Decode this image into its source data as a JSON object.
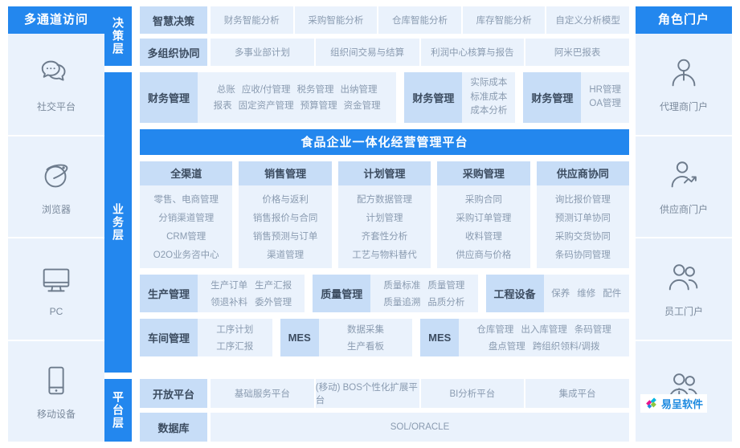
{
  "left_rail": {
    "title": "多通道访问",
    "items": [
      {
        "label": "社交平台",
        "icon": "chat-bubbles-icon"
      },
      {
        "label": "浏览器",
        "icon": "browser-globe-icon"
      },
      {
        "label": "PC",
        "icon": "desktop-monitor-icon"
      },
      {
        "label": "移动设备",
        "icon": "mobile-phone-icon"
      }
    ]
  },
  "right_rail": {
    "title": "角色门户",
    "items": [
      {
        "label": "代理商门户",
        "icon": "person-tie-icon"
      },
      {
        "label": "供应商门户",
        "icon": "person-trend-icon"
      },
      {
        "label": "员工门户",
        "icon": "two-people-icon"
      },
      {
        "label": "",
        "icon": "person-info-icon"
      }
    ],
    "brand": {
      "text": "易呈软件",
      "colors": [
        "#e8158c",
        "#1d8ae0",
        "#00b5e2",
        "#8cc63f"
      ]
    }
  },
  "decision_layer": {
    "layer_label": "决策层",
    "rows": [
      {
        "head": "智慧决策",
        "items": [
          "财务智能分析",
          "采购智能分析",
          "仓库智能分析",
          "库存智能分析",
          "自定义分析模型"
        ]
      },
      {
        "head": "多组织协同",
        "items": [
          "多事业部计划",
          "组织间交易与结算",
          "利润中心核算与报告",
          "阿米巴报表"
        ]
      }
    ]
  },
  "business_layer": {
    "layer_label": "业务层",
    "finance_row": [
      {
        "head": "财务管理",
        "lines": [
          [
            "总账",
            "应收/付管理",
            "税务管理",
            "出纳管理"
          ],
          [
            "报表",
            "固定资产管理",
            "预算管理",
            "资金管理"
          ]
        ],
        "stack": false
      },
      {
        "head": "财务管理",
        "stack_items": [
          "实际成本",
          "标准成本",
          "成本分析"
        ],
        "stack": true
      },
      {
        "head": "财务管理",
        "stack_items": [
          "HR管理",
          "OA管理"
        ],
        "stack": true
      }
    ],
    "banner": "食品企业一体化经营管理平台",
    "columns": [
      {
        "head": "全渠道",
        "items": [
          "零售、电商管理",
          "分销渠道管理",
          "CRM管理",
          "O2O业务咨中心"
        ]
      },
      {
        "head": "销售管理",
        "items": [
          "价格与返利",
          "销售报价与合同",
          "销售预测与订单",
          "渠道管理"
        ]
      },
      {
        "head": "计划管理",
        "items": [
          "配方数据管理",
          "计划管理",
          "齐套性分析",
          "工艺与物料替代"
        ]
      },
      {
        "head": "采购管理",
        "items": [
          "采购合同",
          "采购订单管理",
          "收料管理",
          "供应商与价格"
        ]
      },
      {
        "head": "供应商协同",
        "items": [
          "询比报价管理",
          "预测订单协同",
          "采购交货协同",
          "条码协同管理"
        ]
      }
    ],
    "manufacturing_rows": [
      [
        {
          "head": "生产管理",
          "lines": [
            [
              "生产订单",
              "生产汇报"
            ],
            [
              "领退补料",
              "委外管理"
            ]
          ]
        },
        {
          "head": "质量管理",
          "lines": [
            [
              "质量标准",
              "质量管理"
            ],
            [
              "质量追溯",
              "品质分析"
            ]
          ]
        },
        {
          "head": "工程设备",
          "lines": [
            [
              "保养",
              "维修",
              "配件"
            ]
          ]
        }
      ],
      [
        {
          "head": "车间管理",
          "lines": [
            [
              "工序计划"
            ],
            [
              "工序汇报"
            ]
          ]
        },
        {
          "head": "MES",
          "lines": [
            [
              "数据采集"
            ],
            [
              "生产看板"
            ]
          ]
        },
        {
          "head": "MES",
          "lines": [
            [
              "仓库管理",
              "出入库管理",
              "条码管理"
            ],
            [
              "盘点管理",
              "跨组织领料/调拨"
            ]
          ]
        }
      ]
    ]
  },
  "platform_layer": {
    "layer_label": "平台层",
    "rows": [
      {
        "head": "开放平台",
        "items": [
          "基础服务平台",
          "(移动) BOS个性化扩展平台",
          "BI分析平台",
          "集成平台"
        ],
        "single": null
      },
      {
        "head": "数据库",
        "items": [],
        "single": "SOL/ORACLE"
      }
    ]
  },
  "colors": {
    "brand_blue": "#2387ee",
    "head_blue": "#c7ddf7",
    "body_blue": "#eaf2fc"
  }
}
